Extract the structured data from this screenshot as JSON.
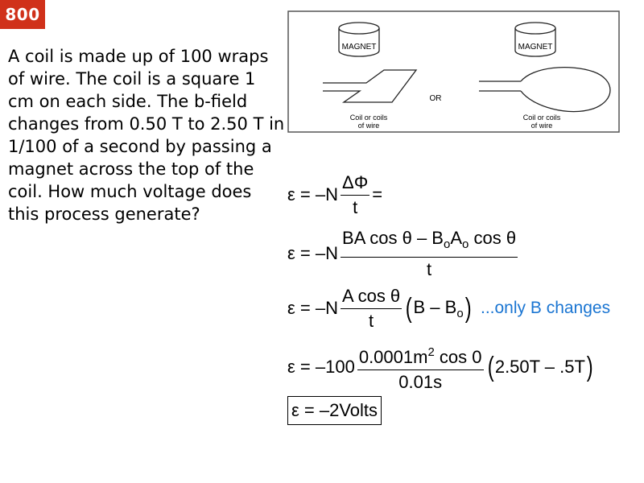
{
  "badge": "800",
  "question": "A coil is made up of 100 wraps of wire. The coil is a square 1 cm on each side. The b-field changes from 0.50 T to 2.50 T in 1/100 of a second by passing a magnet across the top of the coil. How much voltage does this process generate?",
  "figure": {
    "magnet_label": "MAGNET",
    "or_label": "OR",
    "coil_label_line1": "Coil or coils",
    "coil_label_line2": "of wire"
  },
  "equations": {
    "eq1": {
      "lhs": "ε = –N",
      "num": "ΔΦ",
      "den": "t",
      "tail": "="
    },
    "eq2": {
      "lhs": "ε = –N",
      "num_a": "BA cos θ – B",
      "num_b_sub": "o",
      "num_c": "A",
      "num_d_sub": "o",
      "num_e": " cos θ",
      "den": "t"
    },
    "eq3": {
      "lhs": "ε = –N",
      "num": "A cos θ",
      "den": "t",
      "paren_a": "B – B",
      "paren_sub": "o",
      "note": "...only B changes"
    },
    "eq4": {
      "lhs": "ε = –100",
      "num_a": "0.0001m",
      "num_sup": "2",
      "num_b": " cos 0",
      "den": "0.01s",
      "paren": "2.50T – .5T"
    },
    "answer": "ε = –2Volts"
  }
}
